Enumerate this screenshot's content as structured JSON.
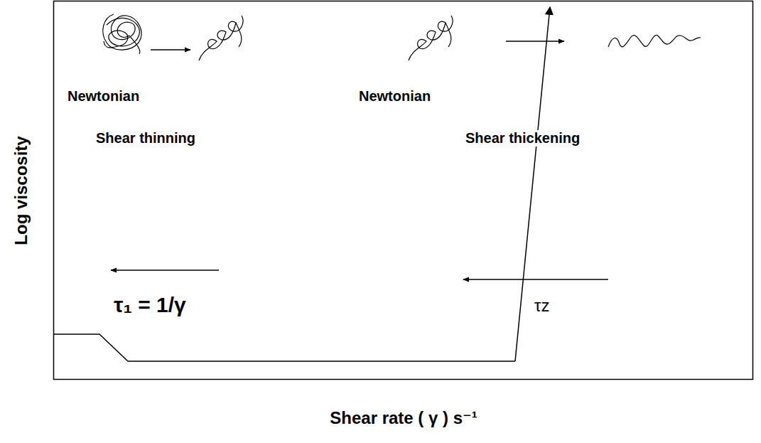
{
  "diagram": {
    "labels": [
      "Newtonian",
      "Newtonian",
      "Shear thinning",
      "Shear thickening",
      "τ₁ = 1/γ",
      "τz",
      "Log viscosity",
      "Shear rate ( γ ) s⁻¹"
    ]
  }
}
